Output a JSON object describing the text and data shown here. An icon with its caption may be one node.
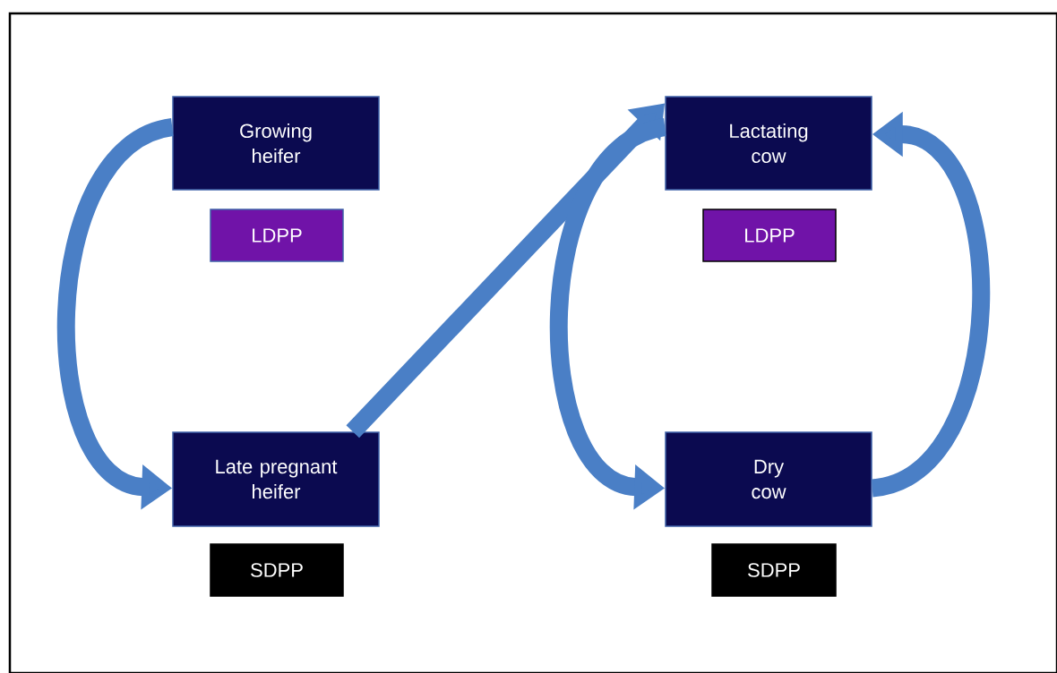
{
  "diagram": {
    "nodes": [
      {
        "text": [
          "Growing heifer"
        ]
      },
      {
        "text": [
          "LDPP"
        ]
      },
      {
        "text": [
          "Lactating cow"
        ]
      },
      {
        "text": [
          "LDPP"
        ]
      },
      {
        "text": [
          "Late pregnant heifer"
        ]
      },
      {
        "text": [
          "SDPP"
        ]
      },
      {
        "text": [
          "Dry cow"
        ]
      },
      {
        "text": [
          "SDPP"
        ]
      }
    ],
    "edges": [
      {
        "from": 0,
        "to": 4,
        "arrow": "to"
      },
      {
        "from": 4,
        "to": 2,
        "arrow": "to"
      },
      {
        "from": 2,
        "to": 6,
        "arrow": "to"
      },
      {
        "from": 6,
        "to": 2,
        "arrow": "to"
      }
    ]
  }
}
